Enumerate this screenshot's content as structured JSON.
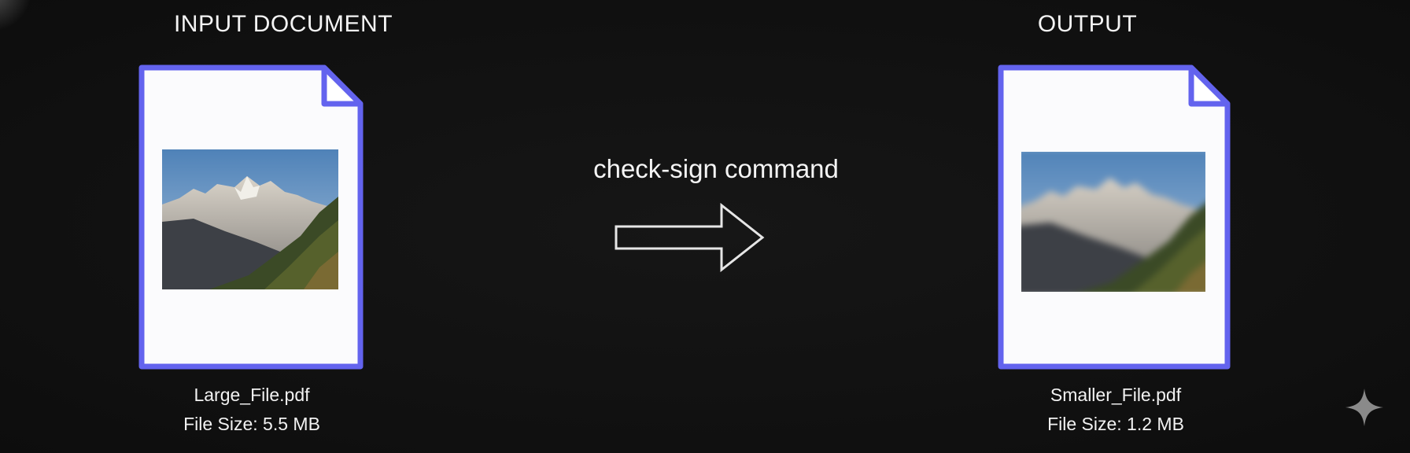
{
  "input": {
    "heading": "INPUT DOCUMENT",
    "file_name": "Large_File.pdf",
    "file_size": "File Size: 5.5 MB"
  },
  "process": {
    "command": "check-sign command",
    "arrow_icon": "right-arrow-icon"
  },
  "output": {
    "heading": "OUTPUT",
    "file_name": "Smaller_File.pdf",
    "file_size": "File Size: 1.2 MB"
  },
  "colors": {
    "background": "#121212",
    "document_border": "#6363ee",
    "document_fill": "#fbfbfd",
    "text": "#f2f2f2",
    "arrow_stroke": "#e6e6e6"
  },
  "icons": {
    "document": "document-icon",
    "photo": "mountain-photo",
    "sparkle": "sparkle-icon"
  }
}
